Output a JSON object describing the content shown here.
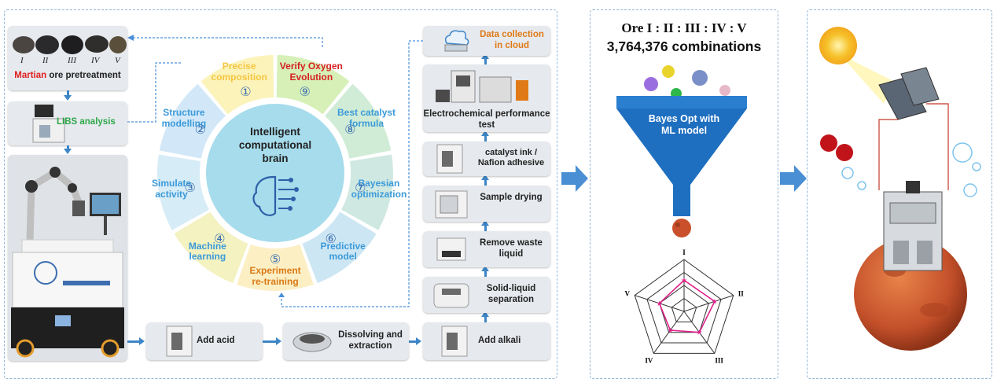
{
  "ores": {
    "labels": [
      "I",
      "II",
      "III",
      "IV",
      "V"
    ],
    "title_highlight": "Martian",
    "title_rest": " ore pretreatment",
    "highlight_color": "#e02020"
  },
  "libs": {
    "label": "LIBS analysis",
    "color": "#2ea84a"
  },
  "bottom_steps": [
    {
      "label": "Add acid"
    },
    {
      "label": "Dissolving and extraction"
    },
    {
      "label": "Add alkali"
    }
  ],
  "right_steps": [
    {
      "label": "Solid-liquid separation"
    },
    {
      "label": "Remove waste liquid"
    },
    {
      "label": "Sample drying"
    },
    {
      "label": "catalyst ink / Nafion adhesive"
    },
    {
      "label": "Electrochemical performance test"
    }
  ],
  "cloud": {
    "label": "Data collection in cloud",
    "color": "#e07a16"
  },
  "brain": {
    "title": "Intelligent computational brain",
    "segments": [
      {
        "num": "①",
        "label": "Precise composition",
        "color": "#f5c542"
      },
      {
        "num": "⑨",
        "label": "Verify Oxygen Evolution",
        "color": "#d62020"
      },
      {
        "num": "⑧",
        "label": "Best catalyst formula",
        "color": "#3b9ad9"
      },
      {
        "num": "⑦",
        "label": "Bayesian optimization",
        "color": "#3b9ad9"
      },
      {
        "num": "⑥",
        "label": "Predictive model",
        "color": "#3b9ad9"
      },
      {
        "num": "⑤",
        "label": "Experiment re-training",
        "color": "#d97a16"
      },
      {
        "num": "④",
        "label": "Machine learning",
        "color": "#3b9ad9"
      },
      {
        "num": "③",
        "label": "Simulate activity",
        "color": "#3b9ad9"
      },
      {
        "num": "②",
        "label": "Structure modelling",
        "color": "#3b9ad9"
      }
    ]
  },
  "optimization": {
    "ratio": "Ore I : II : III : IV : V",
    "combinations": "3,764,376 combinations",
    "funnel_label": "Bayes Opt with ML model",
    "radar_axes": [
      "I",
      "II",
      "III",
      "IV",
      "V"
    ],
    "radar_values": [
      0.6,
      0.62,
      0.5,
      0.45,
      0.5
    ],
    "radar_color": "#e0208a"
  },
  "colors": {
    "accent_blue": "#3d85c6",
    "funnel_blue": "#1f6fc0"
  }
}
